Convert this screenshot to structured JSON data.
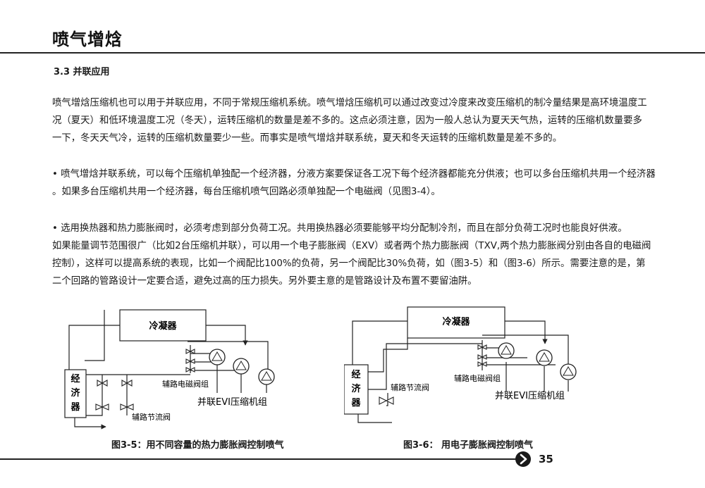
{
  "header": {
    "title": "喷气增焓"
  },
  "section": {
    "heading": "3.3  并联应用"
  },
  "paragraphs": {
    "p1": [
      "喷气增焓压缩机也可以用于并联应用，不同于常规压缩机系统。喷气增焓压缩机可以通过改变过冷度来改变压缩机的制冷量结果是高环境温度工",
      "况（夏天）和低环境温度工况（冬天），运转压缩机的数量是差不多的。这点必须注意，因为一般人总认为夏天天气热，运转的压缩机数量要多",
      "一下，冬天天气冷，运转的压缩机数量要少一些。而事实是喷气增焓并联系统，夏天和冬天运转的压缩机数量是差不多的。"
    ],
    "p2": [
      "• 喷气增焓并联系统，可以每个压缩机单独配一个经济器，分液方案要保证各工况下每个经济器都能充分供液；也可以多台压缩机共用一个经济器",
      "。如果多台压缩机共用一个经济器，每台压缩机喷气回路必须单独配一个电磁阀（见图3-4）。"
    ],
    "p3": [
      "• 选用换热器和热力膨胀阀时，必须考虑到部分负荷工况。共用换热器必须要能够平均分配制冷剂，而且在部分负荷工况时也能良好供液。",
      "如果能量调节范围很广（比如2台压缩机并联），可以用一个电子膨胀阀（EXV）或者两个热力膨胀阀（TXV,两个热力膨胀阀分别由各自的电磁阀",
      "控制），这样可以提高系统的表现，比如一个阀配比100%的负荷，另一个阀配比30%负荷，如（图3-5）和（图3-6）所示。需要注意的是，第",
      "二个回路的管路设计一定要合适，避免过高的压力损失。另外要主意的是管路设计及布置不要留油阱。"
    ]
  },
  "figure_left": {
    "condenser": "冷凝器",
    "economizer": "经\n济\n器",
    "label_solenoid": "辅路电磁阀组",
    "label_compressors": "并联EVI压缩机组",
    "label_throttle": "辅路节流阀",
    "caption": "图3-5：用不同容量的热力膨胀阀控制喷气"
  },
  "figure_right": {
    "condenser": "冷凝器",
    "economizer": "经\n济\n器",
    "label_throttle": "辅路节流阀",
    "label_solenoid": "辅路电磁阀组",
    "label_compressors": "并联EVI压缩机组",
    "caption": "图3-6：  用电子膨胀阀控制喷气"
  },
  "footer": {
    "page_number": "35"
  }
}
